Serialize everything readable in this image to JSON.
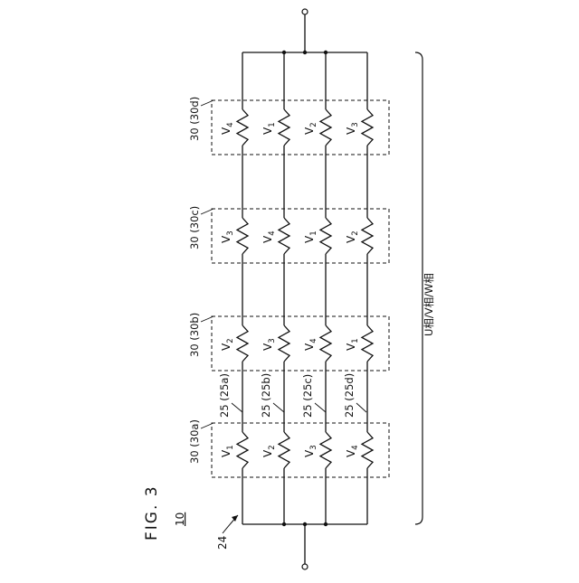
{
  "figure": {
    "title": "FIG. 3",
    "number": "10",
    "assembly_ref": "24"
  },
  "blocks": [
    {
      "ref": "30 (30a)",
      "labels": [
        "V1",
        "V2",
        "V3",
        "V4"
      ]
    },
    {
      "ref": "30 (30b)",
      "labels": [
        "V2",
        "V3",
        "V4",
        "V1"
      ]
    },
    {
      "ref": "30 (30c)",
      "labels": [
        "V3",
        "V4",
        "V1",
        "V2"
      ]
    },
    {
      "ref": "30 (30d)",
      "labels": [
        "V4",
        "V1",
        "V2",
        "V3"
      ]
    }
  ],
  "conductors": [
    "25 (25a)",
    "25 (25b)",
    "25 (25c)",
    "25 (25d)"
  ],
  "phase_label": "U相/V相/W相"
}
